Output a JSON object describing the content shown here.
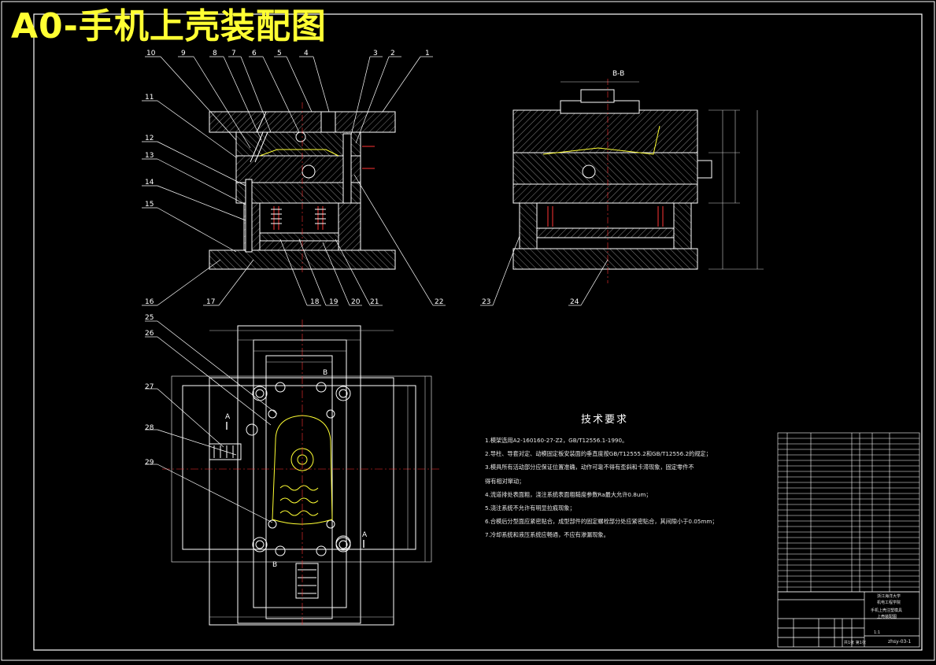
{
  "title": "A0-手机上壳装配图",
  "section_label": "B-B",
  "view_markers": {
    "a_left": "A",
    "a_right": "A",
    "b_top": "B",
    "b_bottom": "B"
  },
  "part_labels": [
    "1",
    "2",
    "3",
    "4",
    "5",
    "6",
    "7",
    "8",
    "9",
    "10",
    "11",
    "12",
    "13",
    "14",
    "15",
    "16",
    "17",
    "18",
    "19",
    "20",
    "21",
    "22",
    "23",
    "24",
    "25",
    "26",
    "27",
    "28",
    "29"
  ],
  "tech_requirements": {
    "heading": "技术要求",
    "items": [
      "1.模架选用A2-160160-27-Z2，GB/T12556.1-1990。",
      "2.导柱、导套对定、动模固定板安装面的垂直度按GB/T12555.2和GB/T12556.2的规定；",
      "3.模具所有活动部分应保证位置准确，动作可靠不得有歪斜和卡滞现象，固定零件不",
      "得有相对窜动；",
      "4.流道排处表面粗，浇注系统表面粗糙度参数Ra最大允许0.8um；",
      "5.浇注系统不允许有明显拉痕现象；",
      "6.合模后分型面应紧密贴合，成型部件的固定螺栓部分处应紧密贴合，其间隙小于0.05mm；",
      "7.冷却系统和液压系统应畅通，不应有渗漏现象。"
    ]
  },
  "title_block": {
    "school": "浙江海洋大学",
    "dept": "机电工程学院",
    "drawing_name": "手机上壳注塑模具",
    "drawing_sub": "上壳装配图",
    "drawing_no": "zhsy-03-1",
    "scale": "1:1",
    "sheet": "共1张 第1张"
  }
}
